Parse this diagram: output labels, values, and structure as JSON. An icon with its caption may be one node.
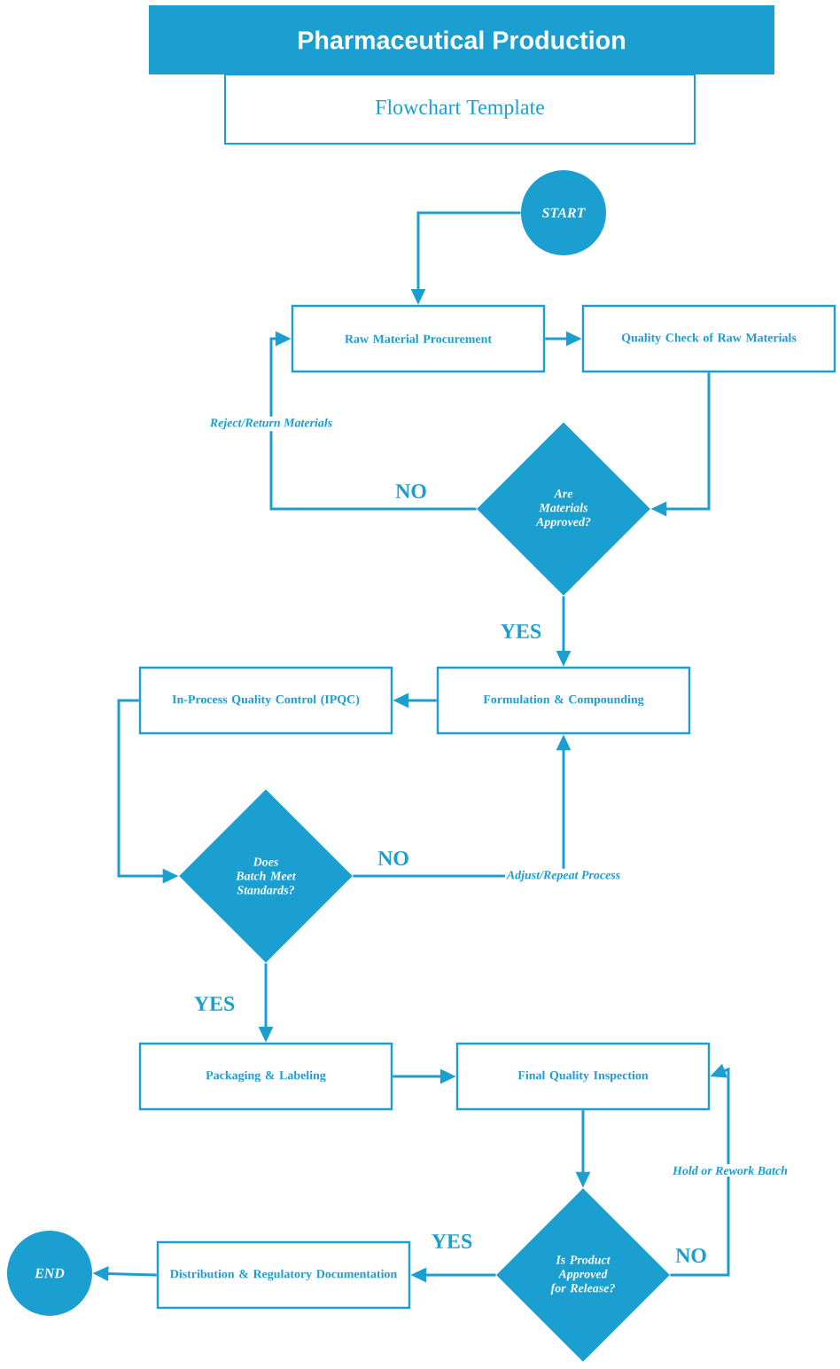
{
  "diagram": {
    "title": "Pharmaceutical Production",
    "nodes": [
      {
        "text": [
          "START"
        ]
      },
      {
        "text": [
          "Raw Material Procurement"
        ]
      },
      {
        "text": [
          "Quality Check of Raw Materials"
        ]
      },
      {
        "text": [
          "Are Materials Approved?"
        ]
      },
      {
        "text": [
          "Formulation & Compounding"
        ]
      },
      {
        "text": [
          "In-Process Quality Control (IPQC)"
        ]
      },
      {
        "text": [
          "Does Batch Meet Standards?"
        ]
      },
      {
        "text": [
          "Packaging & Labeling"
        ]
      },
      {
        "text": [
          "Final Quality Inspection"
        ]
      },
      {
        "text": [
          "Is Product Approved for Release?"
        ]
      },
      {
        "text": [
          "Distribution & Regulatory Documentation"
        ]
      },
      {
        "text": [
          "END"
        ]
      }
    ],
    "edges": [
      {
        "from": 0,
        "to": 1,
        "arrow": "to"
      },
      {
        "from": 1,
        "to": 2,
        "arrow": "to"
      },
      {
        "from": 2,
        "to": 3,
        "arrow": "to"
      },
      {
        "from": 3,
        "to": 1,
        "arrow": "to",
        "label": "NO"
      },
      {
        "from": 3,
        "to": 4,
        "arrow": "to",
        "label": "YES"
      },
      {
        "from": 4,
        "to": 5,
        "arrow": "to"
      },
      {
        "from": 5,
        "to": 6,
        "arrow": "to"
      },
      {
        "from": 6,
        "to": 4,
        "arrow": "to",
        "label": "NO"
      },
      {
        "from": 6,
        "to": 7,
        "arrow": "to",
        "label": "YES"
      },
      {
        "from": 7,
        "to": 8,
        "arrow": "to"
      },
      {
        "from": 8,
        "to": 9,
        "arrow": "to"
      },
      {
        "from": 9,
        "to": 8,
        "arrow": "to",
        "label": "NO"
      },
      {
        "from": 9,
        "to": 10,
        "arrow": "to",
        "label": "YES"
      },
      {
        "from": 10,
        "to": 11,
        "arrow": "to"
      }
    ],
    "labels": [
      "Flowchart Template",
      "Reject/Return Materials",
      "Adjust/Repeat Process",
      "Hold or Rework Batch"
    ]
  }
}
